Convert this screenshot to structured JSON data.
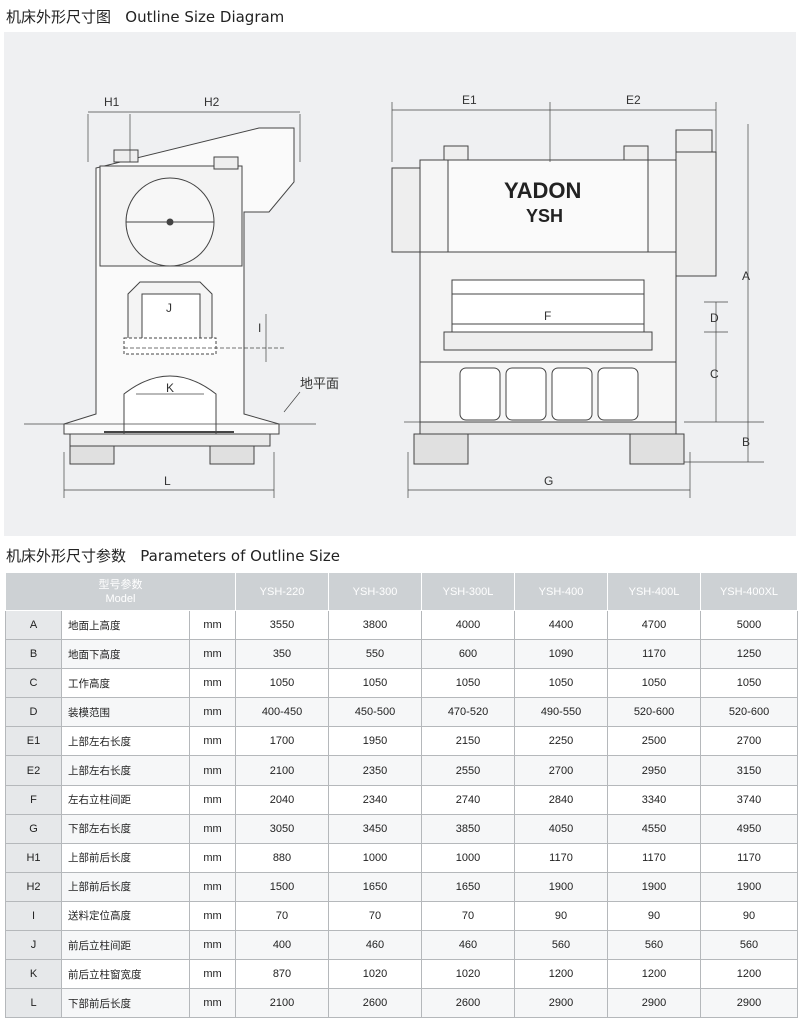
{
  "section1": {
    "title": "机床外形尺寸图   Outline Size Diagram"
  },
  "section2": {
    "title": "机床外形尺寸参数   Parameters of Outline Size"
  },
  "diagram": {
    "labels": {
      "H1": "H1",
      "H2": "H2",
      "E1": "E1",
      "E2": "E2",
      "J": "J",
      "I": "I",
      "K": "K",
      "L": "L",
      "G": "G",
      "F": "F",
      "A": "A",
      "B": "B",
      "C": "C",
      "D": "D",
      "ground": "地平面"
    },
    "brand": "YADON",
    "model": "YSH"
  },
  "table": {
    "model_header_cn": "型号参数",
    "model_header_en": "Model",
    "models": [
      "YSH-220",
      "YSH-300",
      "YSH-300L",
      "YSH-400",
      "YSH-400L",
      "YSH-400XL"
    ],
    "rows": [
      {
        "code": "A",
        "name": "地面上高度",
        "unit": "mm",
        "values": [
          "3550",
          "3800",
          "4000",
          "4400",
          "4700",
          "5000"
        ]
      },
      {
        "code": "B",
        "name": "地面下高度",
        "unit": "mm",
        "values": [
          "350",
          "550",
          "600",
          "1090",
          "1170",
          "1250"
        ]
      },
      {
        "code": "C",
        "name": "工作高度",
        "unit": "mm",
        "values": [
          "1050",
          "1050",
          "1050",
          "1050",
          "1050",
          "1050"
        ]
      },
      {
        "code": "D",
        "name": "装模范围",
        "unit": "mm",
        "values": [
          "400-450",
          "450-500",
          "470-520",
          "490-550",
          "520-600",
          "520-600"
        ]
      },
      {
        "code": "E1",
        "name": "上部左右长度",
        "unit": "mm",
        "values": [
          "1700",
          "1950",
          "2150",
          "2250",
          "2500",
          "2700"
        ]
      },
      {
        "code": "E2",
        "name": "上部左右长度",
        "unit": "mm",
        "values": [
          "2100",
          "2350",
          "2550",
          "2700",
          "2950",
          "3150"
        ]
      },
      {
        "code": "F",
        "name": "左右立柱间距",
        "unit": "mm",
        "values": [
          "2040",
          "2340",
          "2740",
          "2840",
          "3340",
          "3740"
        ]
      },
      {
        "code": "G",
        "name": "下部左右长度",
        "unit": "mm",
        "values": [
          "3050",
          "3450",
          "3850",
          "4050",
          "4550",
          "4950"
        ]
      },
      {
        "code": "H1",
        "name": "上部前后长度",
        "unit": "mm",
        "values": [
          "880",
          "1000",
          "1000",
          "1170",
          "1170",
          "1170"
        ]
      },
      {
        "code": "H2",
        "name": "上部前后长度",
        "unit": "mm",
        "values": [
          "1500",
          "1650",
          "1650",
          "1900",
          "1900",
          "1900"
        ]
      },
      {
        "code": "I",
        "name": "送料定位高度",
        "unit": "mm",
        "values": [
          "70",
          "70",
          "70",
          "90",
          "90",
          "90"
        ]
      },
      {
        "code": "J",
        "name": "前后立柱间距",
        "unit": "mm",
        "values": [
          "400",
          "460",
          "460",
          "560",
          "560",
          "560"
        ]
      },
      {
        "code": "K",
        "name": "前后立柱窗宽度",
        "unit": "mm",
        "values": [
          "870",
          "1020",
          "1020",
          "1200",
          "1200",
          "1200"
        ]
      },
      {
        "code": "L",
        "name": "下部前后长度",
        "unit": "mm",
        "values": [
          "2100",
          "2600",
          "2600",
          "2900",
          "2900",
          "2900"
        ]
      }
    ]
  }
}
